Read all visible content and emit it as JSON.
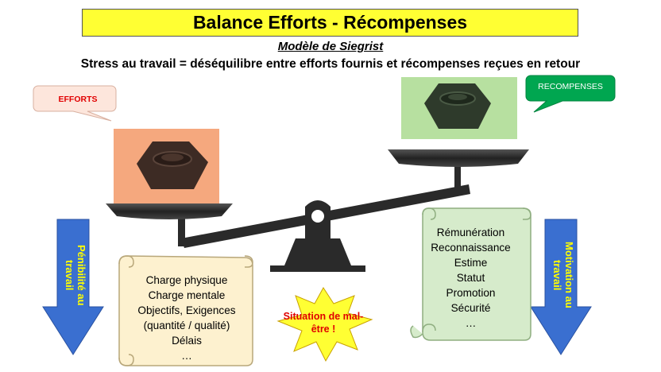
{
  "title": "Balance Efforts -  Récompenses",
  "subtitle": "Modèle de Siegrist",
  "headline": "Stress au travail = déséquilibre entre efforts fournis et récompenses reçues en retour",
  "efforts_bubble": "EFFORTS",
  "rewards_bubble": "RECOMPENSES",
  "efforts_items": [
    "Charge physique",
    "Charge mentale",
    "Objectifs, Exigences",
    "(quantité / qualité)",
    "Délais",
    "…"
  ],
  "rewards_items": [
    "Rémunération",
    "Reconnaissance",
    "Estime",
    "Statut",
    "Promotion",
    "Sécurité",
    "…"
  ],
  "left_arrow_label": "Pénibilité au travail",
  "right_arrow_label": "Motivation au travail",
  "star_text": "Situation de mal-être !",
  "colors": {
    "title_bg": "#ffff33",
    "efforts_panel": "#f5a87e",
    "rewards_panel": "#b7e0a0",
    "arrow_blue": "#3a6fd0",
    "scroll_yellow": "#fdf1cf",
    "scroll_green": "#d6ebcb",
    "rewards_bubble_bg": "#00a650",
    "star": "#ffff33"
  }
}
